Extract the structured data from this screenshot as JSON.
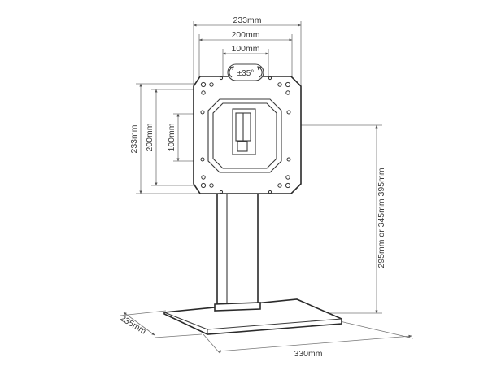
{
  "dimensions": {
    "plate_width_outer": "233mm",
    "plate_width_mid": "200mm",
    "plate_width_inner": "100mm",
    "rotation": "±35°",
    "plate_height_outer": "233mm",
    "plate_height_mid": "200mm",
    "plate_height_inner": "100mm",
    "height_options": "295mm or 345mm 395mm",
    "base_depth": "235mm",
    "base_width": "330mm"
  }
}
